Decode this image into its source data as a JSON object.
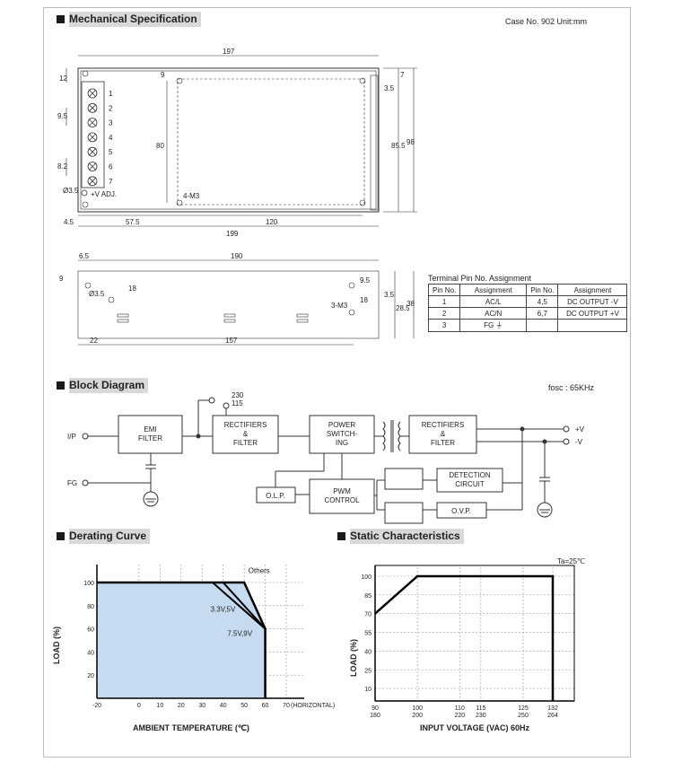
{
  "sections": {
    "mech": "Mechanical Specification",
    "block": "Block Diagram",
    "derating": "Derating Curve",
    "static": "Static Characteristics"
  },
  "case_info": "Case No. 902    Unit:mm",
  "fosc": "fosc : 65KHz",
  "top_view": {
    "dims": {
      "w197": "197",
      "w199": "199",
      "d57_5": "57.5",
      "d120": "120",
      "d4_5": "4.5",
      "h12": "12",
      "h9_5": "9.5",
      "h8_2": "8.2",
      "h9": "9",
      "h3_5": "3.5",
      "h7": "7",
      "h80": "80",
      "h85_5": "85.5",
      "h98": "98",
      "m3": "4-M3",
      "r3_5": "Ø3.5"
    },
    "pins": [
      "1",
      "2",
      "3",
      "4",
      "5",
      "6",
      "7"
    ],
    "vadj": "+V ADJ."
  },
  "side_view": {
    "dims": {
      "w190": "190",
      "d6_5": "6.5",
      "h9": "9",
      "h18a": "18",
      "d22": "22",
      "d157": "157",
      "h9_5": "9.5",
      "h18b": "18",
      "h3_5": "3.5",
      "h28_5": "28.5",
      "h38": "38",
      "m3": "3-M3",
      "r3_5": "Ø3.5"
    }
  },
  "terminal": {
    "title": "Terminal Pin No.  Assignment",
    "headers": [
      "Pin No.",
      "Assignment",
      "Pin No.",
      "Assignment"
    ],
    "rows": [
      [
        "1",
        "AC/L",
        "4,5",
        "DC OUTPUT -V"
      ],
      [
        "2",
        "AC/N",
        "6,7",
        "DC OUTPUT +V"
      ],
      [
        "3",
        "FG ⏚",
        "",
        ""
      ]
    ]
  },
  "block_diagram": {
    "ip": "I/P",
    "fg": "FG",
    "emi": "EMI\nFILTER",
    "rect1": "RECTIFIERS\n&\nFILTER",
    "power": "POWER\nSWITCH-\nING",
    "rect2": "RECTIFIERS\n&\nFILTER",
    "olp": "O.L.P.",
    "pwm": "PWM\nCONTROL",
    "detect": "DETECTION\nCIRCUIT",
    "ovp": "O.V.P.",
    "v230": "230",
    "v115": "115",
    "vplus": "+V",
    "vminus": "-V"
  },
  "derating": {
    "type": "area",
    "ylabel": "LOAD (%)",
    "xlabel": "AMBIENT TEMPERATURE (℃)",
    "x_ticks": [
      "-20",
      "0",
      "10",
      "20",
      "30",
      "40",
      "50",
      "60",
      "70"
    ],
    "x_extra": "(HORIZONTAL)",
    "y_ticks": [
      "20",
      "40",
      "60",
      "80",
      "100"
    ],
    "xlim": [
      -20,
      70
    ],
    "ylim": [
      0,
      100
    ],
    "fill_color": "#c7dbf0",
    "series": [
      {
        "name": "Others",
        "points": [
          [
            -20,
            100
          ],
          [
            50,
            100
          ],
          [
            60,
            60
          ],
          [
            60,
            0
          ]
        ]
      },
      {
        "name": "3.3V,5V",
        "points": [
          [
            40,
            100
          ],
          [
            60,
            60
          ]
        ]
      },
      {
        "name": "7.5V,9V",
        "points": [
          [
            35,
            100
          ],
          [
            60,
            60
          ]
        ]
      }
    ]
  },
  "static_char": {
    "type": "line",
    "ylabel": "LOAD (%)",
    "xlabel": "INPUT VOLTAGE (VAC) 60Hz",
    "ta": "Ta=25℃",
    "y_ticks": [
      "10",
      "25",
      "40",
      "55",
      "70",
      "85",
      "100"
    ],
    "x_ticks": [
      [
        "90",
        "180"
      ],
      [
        "100",
        "200"
      ],
      [
        "110",
        "220"
      ],
      [
        "115",
        "230"
      ],
      [
        "125",
        "250"
      ],
      [
        "132",
        "264"
      ]
    ],
    "points": [
      [
        90,
        70
      ],
      [
        100,
        100
      ],
      [
        132,
        100
      ],
      [
        132,
        0
      ]
    ]
  }
}
